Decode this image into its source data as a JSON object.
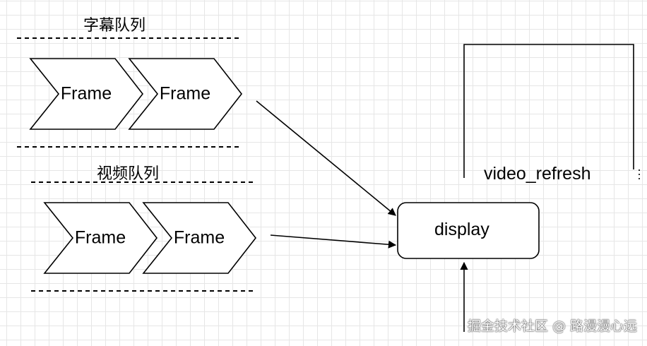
{
  "subtitle_queue": {
    "title": "字幕队列",
    "frames": [
      "Frame",
      "Frame"
    ]
  },
  "video_queue": {
    "title": "视频队列",
    "frames": [
      "Frame",
      "Frame"
    ]
  },
  "display_node": {
    "label": "display"
  },
  "loop": {
    "label": "video_refresh"
  },
  "watermark": "掘金技术社区 @ 路漫漫心远",
  "colors": {
    "stroke": "#000000",
    "grid": "#e6e6e6",
    "background": "#ffffff"
  }
}
